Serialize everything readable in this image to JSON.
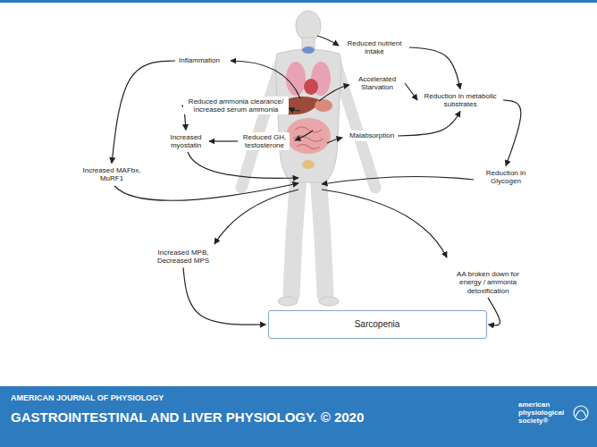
{
  "diagram": {
    "nodes": [
      {
        "text": [
          "Inflammation"
        ]
      },
      {
        "text": [
          "Reduced nutrient intake"
        ]
      },
      {
        "text": [
          "Reduced ammonia clearance/ increased serum ammonia"
        ]
      },
      {
        "text": [
          "Accelerated Starvation"
        ]
      },
      {
        "text": [
          "Reduction in metabolic substrates"
        ]
      },
      {
        "text": [
          "Increased myostatin"
        ]
      },
      {
        "text": [
          "Reduced GH, testosterone"
        ]
      },
      {
        "text": [
          "Malabsorption"
        ]
      },
      {
        "text": [
          "Increased MAFbx, MuRF1"
        ]
      },
      {
        "text": [
          "Reduction in Glycogen"
        ]
      },
      {
        "text": [
          "Increased MPB, Decreased MPS"
        ]
      },
      {
        "text": [
          "AA broken down for energy / ammonia detoxification"
        ]
      },
      {
        "text": [
          "Sarcopenia"
        ]
      }
    ],
    "edges": [
      {
        "from": 0,
        "to": 8,
        "arrow": "to"
      },
      {
        "from": 1,
        "to": 4,
        "arrow": "to"
      },
      {
        "from": 3,
        "to": 4,
        "arrow": "to"
      },
      {
        "from": 7,
        "to": 4,
        "arrow": "to"
      },
      {
        "from": 2,
        "to": 5,
        "arrow": "to"
      },
      {
        "from": 6,
        "to": 5,
        "arrow": "to"
      },
      {
        "from": 4,
        "to": 9,
        "arrow": "to"
      },
      {
        "from": 11,
        "to": 12,
        "arrow": "to"
      },
      {
        "from": 10,
        "to": 12,
        "arrow": "to"
      }
    ],
    "labels": [
      "AMERICAN JOURNAL OF PHYSIOLOGY",
      "GASTROINTESTINAL AND LIVER PHYSIOLOGY. © 2020",
      "american physiological society®"
    ]
  }
}
